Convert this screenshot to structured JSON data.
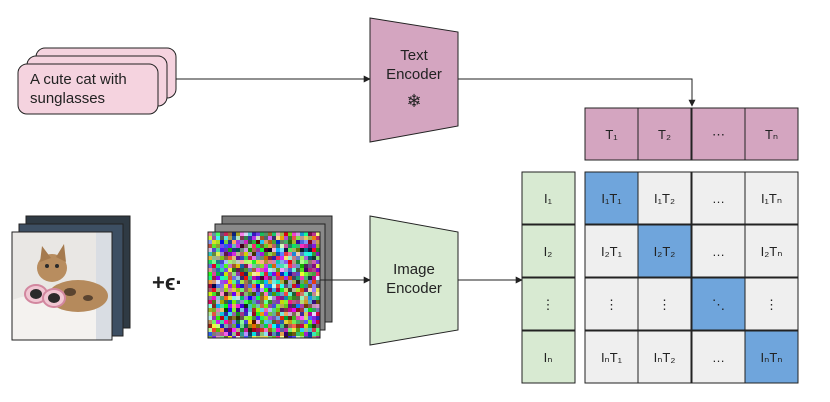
{
  "text_input": {
    "line1": "A cute cat with",
    "line2": "sunglasses"
  },
  "text_encoder": {
    "line1": "Text",
    "line2": "Encoder",
    "frozen_symbol": "❄"
  },
  "image_encoder": {
    "line1": "Image",
    "line2": "Encoder"
  },
  "noise_term": "+ϵ·",
  "text_tokens": [
    "T₁",
    "T₂",
    "⋯",
    "Tₙ"
  ],
  "image_tokens": [
    "I₁",
    "I₂",
    "⋮",
    "Iₙ"
  ],
  "matrix": [
    [
      "I₁T₁",
      "I₁T₂",
      "…",
      "I₁Tₙ"
    ],
    [
      "I₂T₁",
      "I₂T₂",
      "…",
      "I₂Tₙ"
    ],
    [
      "⋮",
      "⋮",
      "⋱",
      "⋮"
    ],
    [
      "IₙT₁",
      "IₙT₂",
      "…",
      "IₙTₙ"
    ]
  ],
  "colors": {
    "text_pink": "#f5d3df",
    "encoder_pink": "#d4a5c0",
    "token_pink": "#d4a5c0",
    "encoder_green": "#d8ead2",
    "diag_blue": "#6fa5dc",
    "cell_gray": "#efefef"
  }
}
